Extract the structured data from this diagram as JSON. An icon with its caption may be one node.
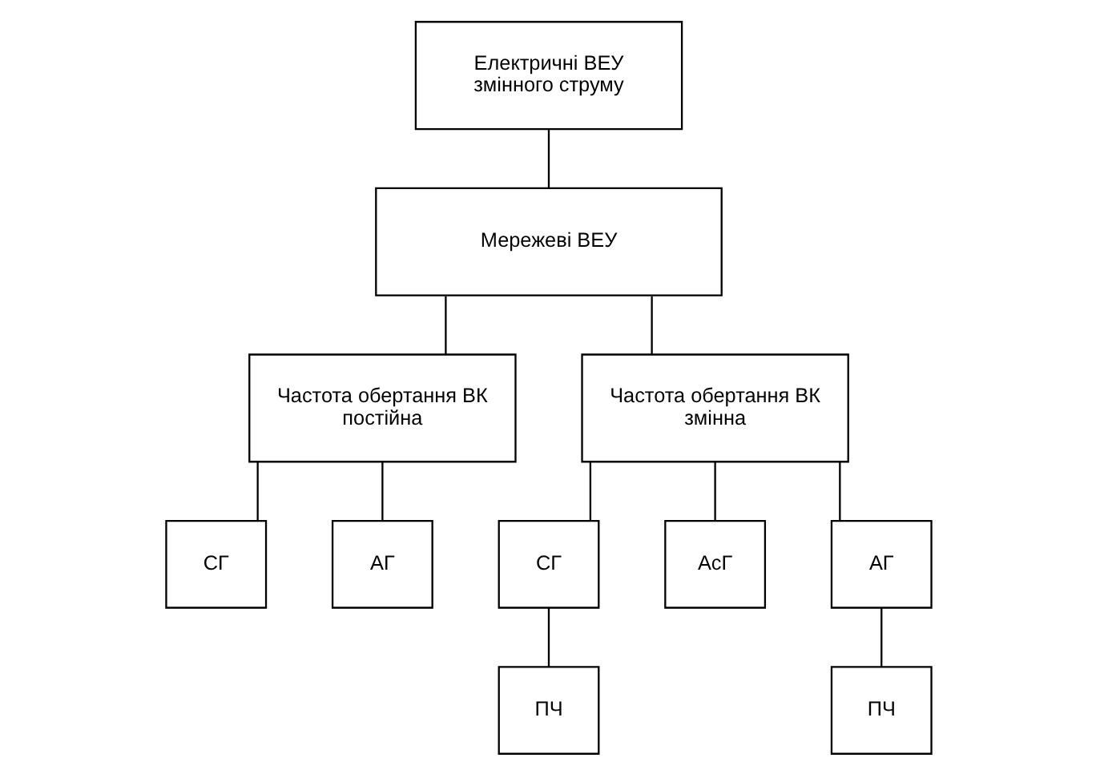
{
  "diagram": {
    "nodes": [
      {
        "text": [
          "Електричні ВЕУ змінного струму"
        ]
      },
      {
        "text": [
          "Мережеві ВЕУ"
        ]
      },
      {
        "text": [
          "Частота обертання ВК постійна"
        ]
      },
      {
        "text": [
          "Частота обертання ВК змінна"
        ]
      },
      {
        "text": [
          "СГ"
        ]
      },
      {
        "text": [
          "АГ"
        ]
      },
      {
        "text": [
          "СГ"
        ]
      },
      {
        "text": [
          "АсГ"
        ]
      },
      {
        "text": [
          "АГ"
        ]
      },
      {
        "text": [
          "ПЧ"
        ]
      },
      {
        "text": [
          "ПЧ"
        ]
      }
    ],
    "edges": [
      {
        "from": 0,
        "to": 1,
        "arrow": "none"
      },
      {
        "from": 1,
        "to": 2,
        "arrow": "none"
      },
      {
        "from": 1,
        "to": 3,
        "arrow": "none"
      },
      {
        "from": 2,
        "to": 4,
        "arrow": "none"
      },
      {
        "from": 2,
        "to": 5,
        "arrow": "none"
      },
      {
        "from": 3,
        "to": 6,
        "arrow": "none"
      },
      {
        "from": 3,
        "to": 7,
        "arrow": "none"
      },
      {
        "from": 3,
        "to": 8,
        "arrow": "none"
      },
      {
        "from": 6,
        "to": 9,
        "arrow": "none"
      },
      {
        "from": 8,
        "to": 10,
        "arrow": "none"
      }
    ]
  }
}
